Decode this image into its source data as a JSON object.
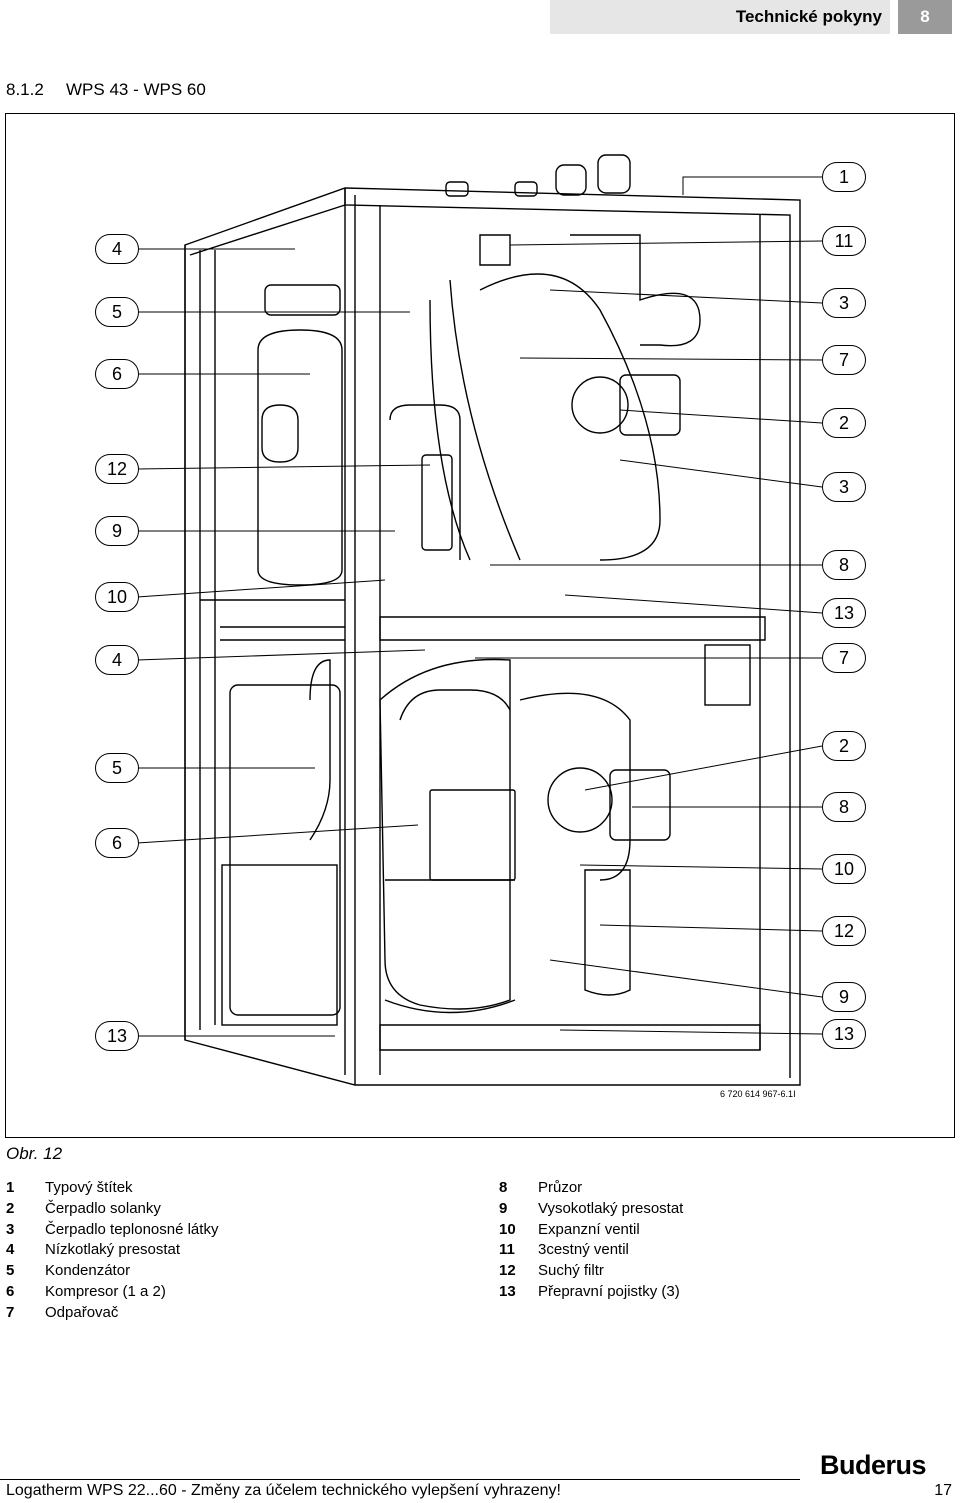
{
  "header": {
    "title": "Technické pokyny",
    "chapter": "8"
  },
  "section": {
    "number": "8.1.2",
    "title": "WPS 43 - WPS 60"
  },
  "figure": {
    "code": "6 720 614 967-6.1I",
    "caption": "Obr. 12",
    "callouts_left": [
      "4",
      "5",
      "6",
      "12",
      "9",
      "10",
      "4",
      "5",
      "6",
      "13"
    ],
    "callouts_right": [
      "1",
      "11",
      "3",
      "7",
      "2",
      "3",
      "8",
      "13",
      "7",
      "2",
      "8",
      "10",
      "12",
      "9",
      "13"
    ]
  },
  "legend_left": [
    {
      "num": "1",
      "text": "Typový štítek"
    },
    {
      "num": "2",
      "text": "Čerpadlo solanky"
    },
    {
      "num": "3",
      "text": "Čerpadlo teplonosné látky"
    },
    {
      "num": "4",
      "text": "Nízkotlaký presostat"
    },
    {
      "num": "5",
      "text": "Kondenzátor"
    },
    {
      "num": "6",
      "text": "Kompresor (1 a 2)"
    },
    {
      "num": "7",
      "text": "Odpařovač"
    }
  ],
  "legend_right": [
    {
      "num": "8",
      "text": "Průzor"
    },
    {
      "num": "9",
      "text": "Vysokotlaký presostat"
    },
    {
      "num": "10",
      "text": "Expanzní ventil"
    },
    {
      "num": "11",
      "text": "3cestný ventil"
    },
    {
      "num": "12",
      "text": "Suchý filtr"
    },
    {
      "num": "13",
      "text": "Přepravní pojistky (3)"
    }
  ],
  "footer": {
    "text": "Logatherm WPS 22...60 - Změny za účelem technického vylepšení vyhrazeny!",
    "page": "17",
    "logo": "Buderus"
  }
}
